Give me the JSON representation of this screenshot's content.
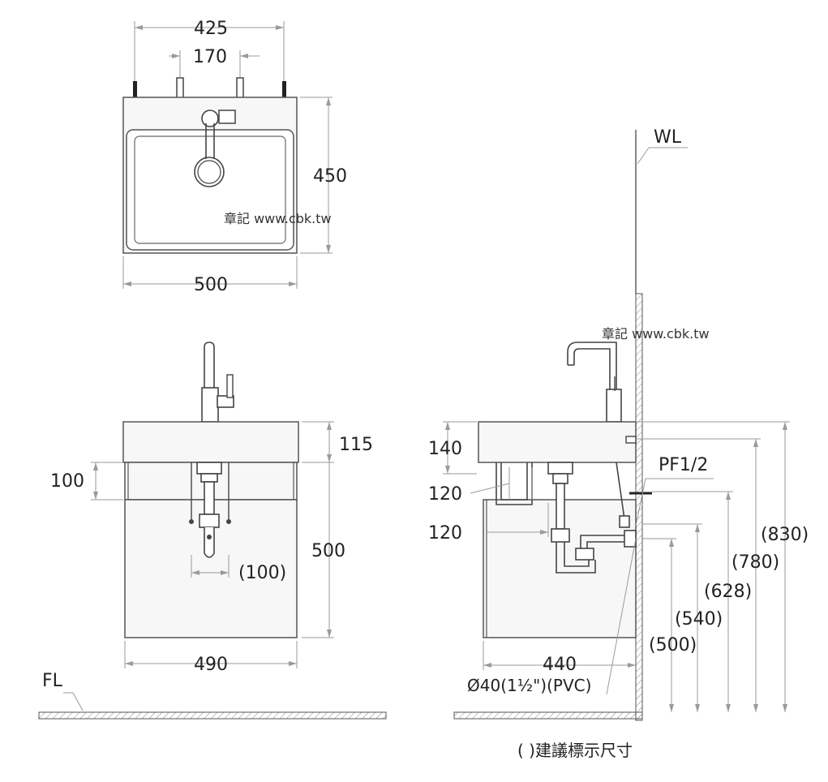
{
  "top_view": {
    "width_top": "425",
    "faucet_spacing": "170",
    "depth": "450",
    "width": "500"
  },
  "front_view": {
    "basin_thickness": "115",
    "apron_height": "100",
    "cabinet_height": "500",
    "trap_offset": "(100)",
    "cabinet_width": "490"
  },
  "side_view": {
    "wall_label": "WL",
    "basin_height_label": "140",
    "drain_offset_1": "120",
    "drain_offset_2": "120",
    "supply_label": "PF1/2",
    "height_830": "(830)",
    "height_780": "(780)",
    "height_628": "(628)",
    "height_540": "(540)",
    "height_500": "(500)",
    "cabinet_depth": "440",
    "drain_pipe": "Ø40(1½\")(PVC)"
  },
  "floor_label": "FL",
  "watermark": "章記 www.cbk.tw",
  "legend_note": "( )建議標示尺寸"
}
